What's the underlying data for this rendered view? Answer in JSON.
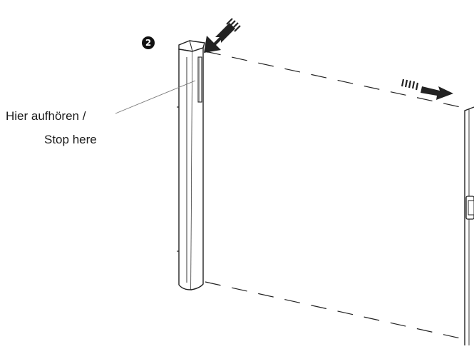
{
  "step": {
    "number": "2"
  },
  "callout": {
    "line1": "Hier aufhören /",
    "line2": "Stop here"
  },
  "icons": {
    "insert_arrow": "arrow-down-left-icon",
    "slide_arrow": "arrow-right-icon"
  }
}
